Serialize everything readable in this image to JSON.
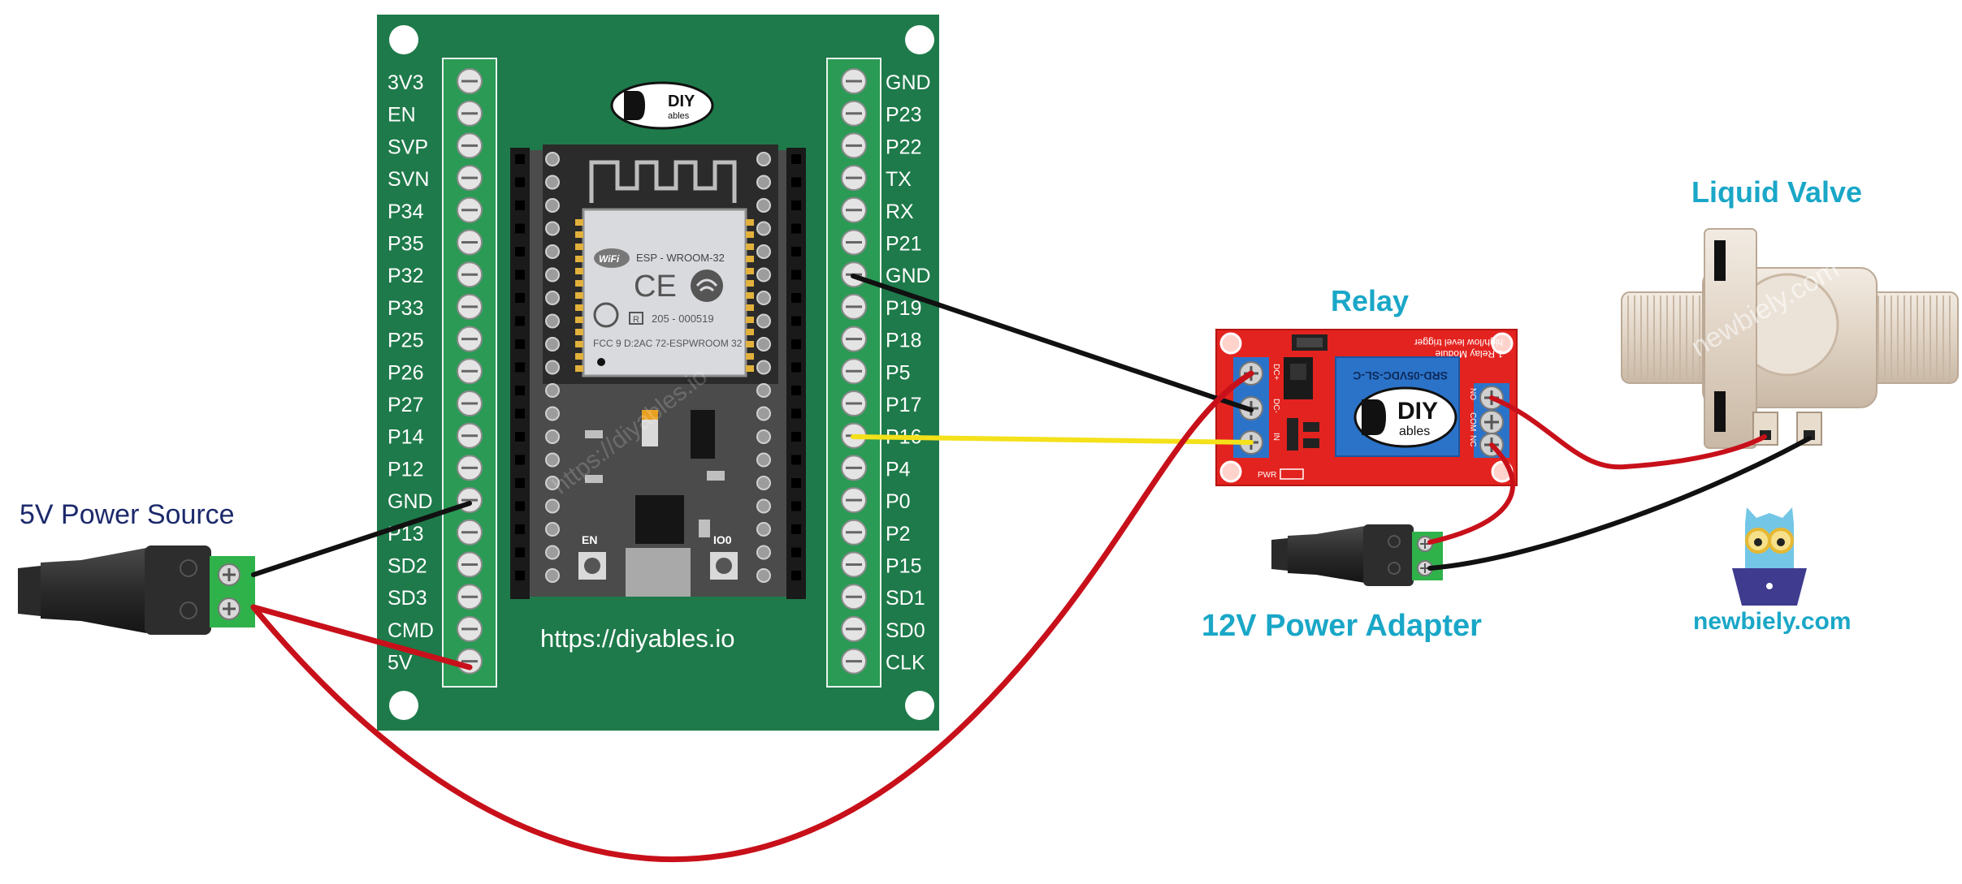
{
  "labels": {
    "power5v": "5V Power Source",
    "relay": "Relay",
    "liquid_valve": "Liquid Valve",
    "adapter12v": "12V Power Adapter",
    "board_url": "https://diyables.io",
    "newbiely": "newbiely.com",
    "watermark_board": "https://diyables.io",
    "watermark_valve": "newbiely.com"
  },
  "esp32": {
    "left_pins": [
      "3V3",
      "EN",
      "SVP",
      "SVN",
      "P34",
      "P35",
      "P32",
      "P33",
      "P25",
      "P26",
      "P27",
      "P14",
      "P12",
      "GND",
      "P13",
      "SD2",
      "SD3",
      "CMD",
      "5V"
    ],
    "right_pins": [
      "GND",
      "P23",
      "P22",
      "TX",
      "RX",
      "P21",
      "GND",
      "P19",
      "P18",
      "P5",
      "P17",
      "P16",
      "P4",
      "P0",
      "P2",
      "P15",
      "SD1",
      "SD0",
      "CLK"
    ],
    "module_name": "ESP - WROOM-32",
    "module_cert": "205 - 000519",
    "module_fcc": "FCC 9 D:2AC 72-ESPWROOM 32",
    "wifi_badge": "WiFi",
    "ce_mark": "CE",
    "r_mark": "R",
    "button_en": "EN",
    "button_io0": "IO0",
    "logo_line1": "DIY",
    "logo_line2": "ables"
  },
  "relay": {
    "title_line1": "1 Relay Module",
    "title_line2": "high/low level trigger",
    "spec": "SRD-05VDC-SL-C",
    "left_terminal": [
      "DC+",
      "DC-",
      "IN"
    ],
    "right_terminal": [
      "NO",
      "COM",
      "NC"
    ],
    "pwr": "PWR",
    "logo_line1": "DIY",
    "logo_line2": "ables"
  },
  "colors": {
    "board_green": "#1e7a4a",
    "header_green": "#2a9a55",
    "wire_black": "#111111",
    "wire_red": "#c8101a",
    "wire_yellow": "#f4e11a",
    "label_cyan": "#1aa7c7",
    "label_navy": "#1c2a6b",
    "relay_red": "#e3231f",
    "valve_beige": "#e2d6c8"
  }
}
